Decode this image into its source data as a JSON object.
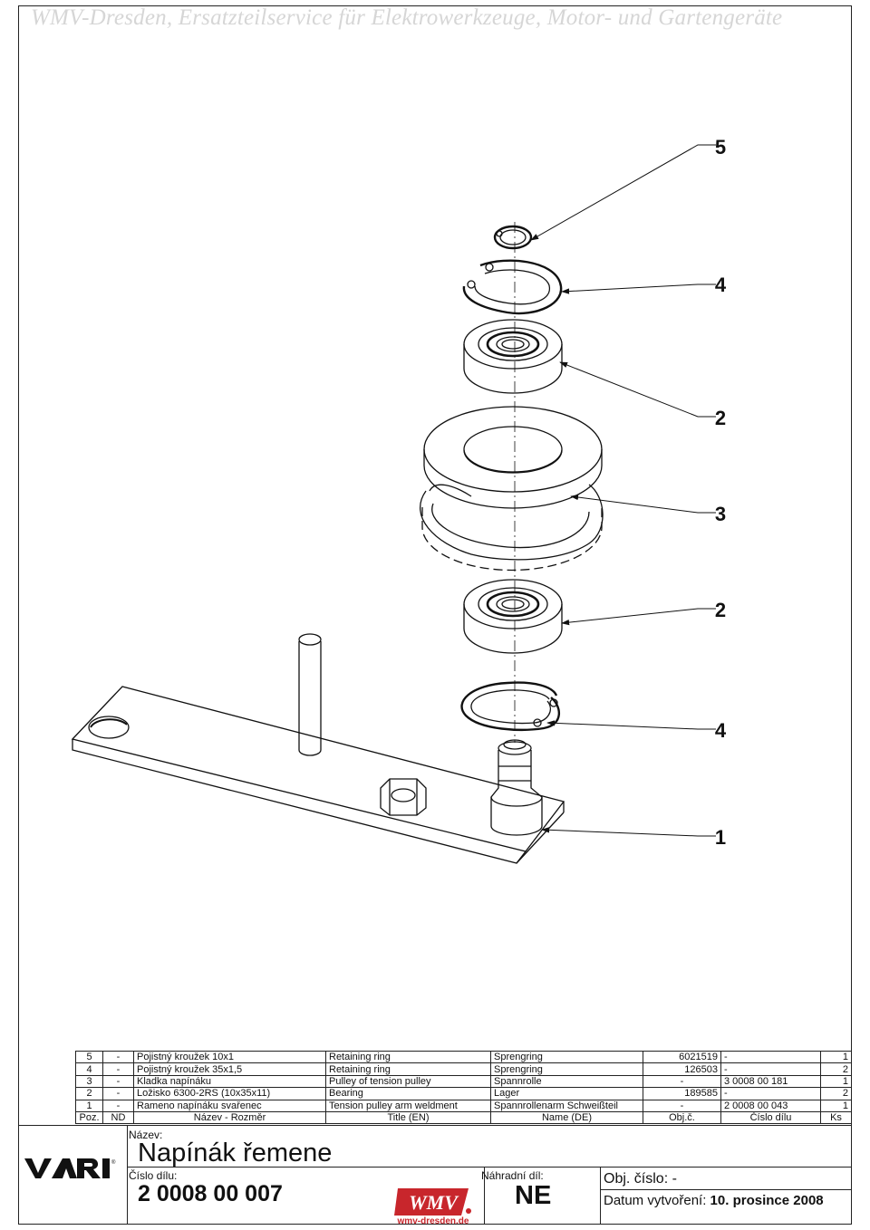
{
  "watermark": "WMV-Dresden, Ersatzteilservice für Elektrowerkzeuge, Motor- und Gartengeräte",
  "callouts": [
    "5",
    "4",
    "2",
    "3",
    "2",
    "4",
    "1"
  ],
  "bom": {
    "rows": [
      [
        "5",
        "-",
        "Pojistný kroužek 10x1",
        "Retaining ring",
        "Sprengring",
        "6021519",
        "-",
        "1"
      ],
      [
        "4",
        "-",
        "Pojistný kroužek 35x1,5",
        "Retaining ring",
        "Sprengring",
        "126503",
        "-",
        "2"
      ],
      [
        "3",
        "-",
        "Kladka napínáku",
        "Pulley of tension pulley",
        "Spannrolle",
        "-",
        "3 0008 00 181",
        "1"
      ],
      [
        "2",
        "-",
        "Ložisko 6300-2RS (10x35x11)",
        "Bearing",
        "Lager",
        "189585",
        "-",
        "2"
      ],
      [
        "1",
        "-",
        "Rameno napínáku svařenec",
        "Tension pulley arm weldment",
        "Spannrollenarm Schweißteil",
        "-",
        "2 0008 00 043",
        "1"
      ]
    ],
    "header": [
      "Poz.",
      "ND",
      "Název - Rozměr",
      "Title (EN)",
      "Name (DE)",
      "Obj.č.",
      "Číslo dílu",
      "Ks"
    ]
  },
  "title_block": {
    "nazev_label": "Název:",
    "title": "Napínák řemene",
    "cislo_dilu_label": "Číslo dílu:",
    "part_number": "2 0008 00 007",
    "nahradni_dil_label": "Náhradní díl:",
    "nahradni_dil_value": "NE",
    "obj_cislo": "Obj. číslo: -",
    "datum_label": "Datum vytvoření:",
    "datum_value": "10. prosince 2008",
    "brand_logo": "VARI",
    "wmv_logo": "WMV",
    "wmv_url": "wmv-dresden.de"
  }
}
